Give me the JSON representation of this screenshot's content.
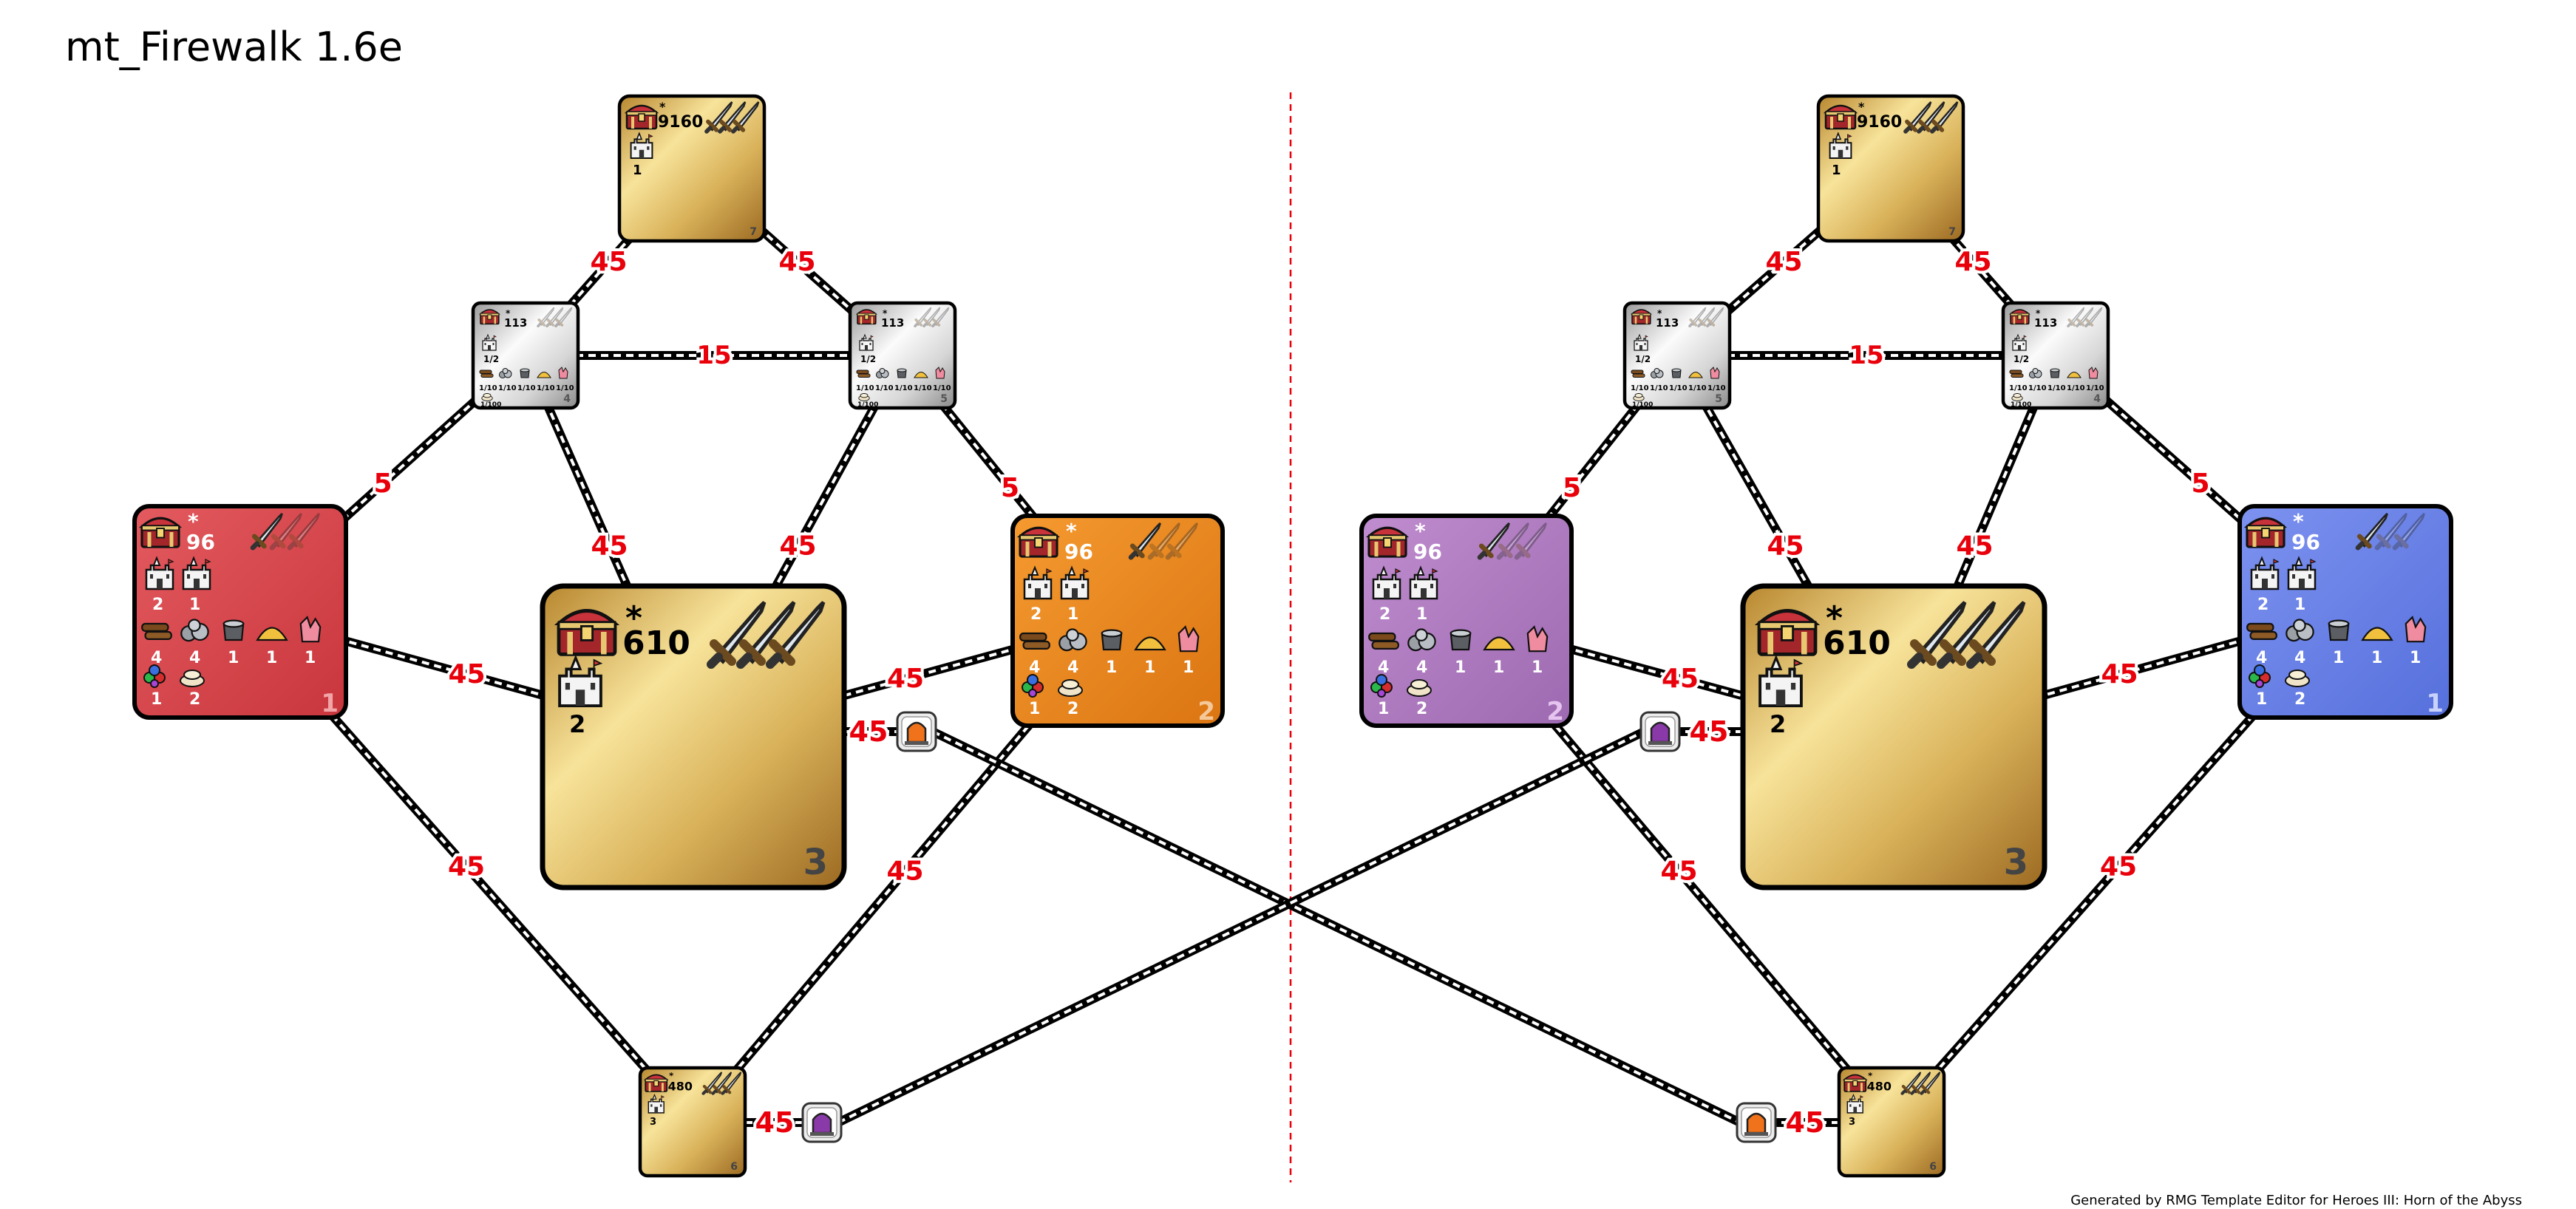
{
  "title": "mt_Firewalk 1.6e",
  "footer": "Generated by RMG Template Editor for Heroes III: Horn of the Abyss",
  "colors": {
    "gold_light": "#f7e39a",
    "gold_dark": "#b57c2c",
    "silver_light": "#fafafa",
    "silver_dark": "#a9a9a9",
    "red": "#d9454a",
    "orange": "#e8851d",
    "purple": "#b07cc0",
    "blue": "#6b82e6",
    "label_red": "#e8000b",
    "divider": "#e8000b"
  },
  "zones": [
    {
      "id": "z7a",
      "kind": "gold",
      "number": "7",
      "value": "9160",
      "star": "*",
      "counts": [
        "1"
      ],
      "res": []
    },
    {
      "id": "z4a",
      "kind": "silver",
      "number": "4",
      "value": "113",
      "star": "*",
      "counts": [
        "1/2"
      ],
      "res": [
        "1/10",
        "1/10",
        "1/10",
        "1/10",
        "1/10",
        "1/100"
      ]
    },
    {
      "id": "z5a",
      "kind": "silver",
      "number": "5",
      "value": "113",
      "star": "*",
      "counts": [
        "1/2"
      ],
      "res": [
        "1/10",
        "1/10",
        "1/10",
        "1/10",
        "1/10",
        "1/100"
      ]
    },
    {
      "id": "z1",
      "kind": "red",
      "number": "1",
      "value": "96",
      "star": "*",
      "counts": [
        "2",
        "1"
      ],
      "res": [
        "4",
        "4",
        "1",
        "1",
        "1",
        "1",
        "2"
      ]
    },
    {
      "id": "z3a",
      "kind": "gold",
      "number": "3",
      "value": "610",
      "star": "*",
      "counts": [
        "2"
      ],
      "res": []
    },
    {
      "id": "z2",
      "kind": "orange",
      "number": "2",
      "value": "96",
      "star": "*",
      "counts": [
        "2",
        "1"
      ],
      "res": [
        "4",
        "4",
        "1",
        "1",
        "1",
        "1",
        "2"
      ]
    },
    {
      "id": "z6a",
      "kind": "gold",
      "number": "6",
      "value": "480",
      "star": "*",
      "counts": [
        "3"
      ],
      "res": []
    },
    {
      "id": "z7b",
      "kind": "gold",
      "number": "7",
      "value": "9160",
      "star": "*",
      "counts": [
        "1"
      ],
      "res": []
    },
    {
      "id": "z5b",
      "kind": "silver",
      "number": "5",
      "value": "113",
      "star": "*",
      "counts": [
        "1/2"
      ],
      "res": [
        "1/10",
        "1/10",
        "1/10",
        "1/10",
        "1/10",
        "1/100"
      ]
    },
    {
      "id": "z4b",
      "kind": "silver",
      "number": "4",
      "value": "113",
      "star": "*",
      "counts": [
        "1/2"
      ],
      "res": [
        "1/10",
        "1/10",
        "1/10",
        "1/10",
        "1/10",
        "1/100"
      ]
    },
    {
      "id": "z2b",
      "kind": "purple",
      "number": "2",
      "value": "96",
      "star": "*",
      "counts": [
        "2",
        "1"
      ],
      "res": [
        "4",
        "4",
        "1",
        "1",
        "1",
        "1",
        "2"
      ]
    },
    {
      "id": "z3b",
      "kind": "gold",
      "number": "3",
      "value": "610",
      "star": "*",
      "counts": [
        "2"
      ],
      "res": []
    },
    {
      "id": "z1b",
      "kind": "blue",
      "number": "1",
      "value": "96",
      "star": "*",
      "counts": [
        "2",
        "1"
      ],
      "res": [
        "4",
        "4",
        "1",
        "1",
        "1",
        "1",
        "2"
      ]
    },
    {
      "id": "z6b",
      "kind": "gold",
      "number": "6",
      "value": "480",
      "star": "*",
      "counts": [
        "3"
      ],
      "res": []
    }
  ],
  "edges": [
    {
      "a": "z7a",
      "b": "z4a",
      "label": "45"
    },
    {
      "a": "z7a",
      "b": "z5a",
      "label": "45"
    },
    {
      "a": "z4a",
      "b": "z5a",
      "label": "15"
    },
    {
      "a": "z4a",
      "b": "z1",
      "label": "5"
    },
    {
      "a": "z5a",
      "b": "z2",
      "label": "5"
    },
    {
      "a": "z4a",
      "b": "z3a",
      "label": "45"
    },
    {
      "a": "z5a",
      "b": "z3a",
      "label": "45"
    },
    {
      "a": "z1",
      "b": "z3a",
      "label": "45"
    },
    {
      "a": "z2",
      "b": "z3a",
      "label": "45"
    },
    {
      "a": "z1",
      "b": "z6a",
      "label": "45"
    },
    {
      "a": "z2",
      "b": "z6a",
      "label": "45"
    },
    {
      "a": "z7b",
      "b": "z5b",
      "label": "45"
    },
    {
      "a": "z7b",
      "b": "z4b",
      "label": "45"
    },
    {
      "a": "z5b",
      "b": "z4b",
      "label": "15"
    },
    {
      "a": "z5b",
      "b": "z2b",
      "label": "5"
    },
    {
      "a": "z4b",
      "b": "z1b",
      "label": "5"
    },
    {
      "a": "z5b",
      "b": "z3b",
      "label": "45"
    },
    {
      "a": "z4b",
      "b": "z3b",
      "label": "45"
    },
    {
      "a": "z2b",
      "b": "z3b",
      "label": "45"
    },
    {
      "a": "z1b",
      "b": "z3b",
      "label": "45"
    },
    {
      "a": "z2b",
      "b": "z6b",
      "label": "45"
    },
    {
      "a": "z1b",
      "b": "z6b",
      "label": "45"
    }
  ],
  "portal_edges": [
    {
      "zone": "z3a",
      "label": "45",
      "gate": "orange-portal-icon"
    },
    {
      "zone": "z3b",
      "label": "45",
      "gate": "purple-portal-icon"
    },
    {
      "zone": "z6a",
      "label": "45",
      "gate": "purple-portal-icon"
    },
    {
      "zone": "z6b",
      "label": "45",
      "gate": "orange-portal-icon"
    }
  ]
}
